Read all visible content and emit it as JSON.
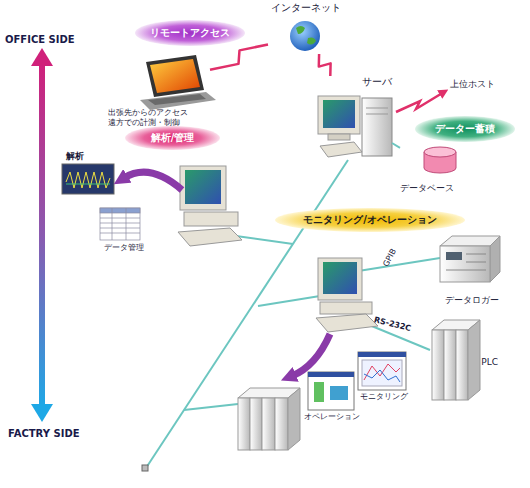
{
  "diagram": {
    "nodes": [
      {
        "text": [
          "リモートアクセス"
        ]
      },
      {
        "text": [
          "インターネット"
        ]
      },
      {
        "text": [
          "出張先からのアクセス 遠方での計測・制御"
        ]
      },
      {
        "text": [
          "サーバ"
        ]
      },
      {
        "text": [
          "データー蓄積"
        ]
      },
      {
        "text": [
          "解析/管理"
        ]
      },
      {
        "text": [
          "データベース"
        ]
      },
      {
        "text": [
          "モニタリング/オペレーション"
        ]
      },
      {
        "text": [
          "データロガー"
        ]
      },
      {
        "text": [
          "PLC"
        ]
      }
    ],
    "edges": [
      {
        "from": 1,
        "to": 2,
        "arrow": "none"
      },
      {
        "from": 1,
        "to": 3,
        "arrow": "none"
      },
      {
        "from": 3,
        "to": 6,
        "arrow": "none"
      }
    ],
    "labels": [
      "OFFICE SIDE",
      "FACTRY SIDE",
      "上位ホスト",
      "解析",
      "データ管理",
      "GPIB",
      "RS-232C",
      "オペレーション",
      "モニタリング"
    ]
  }
}
